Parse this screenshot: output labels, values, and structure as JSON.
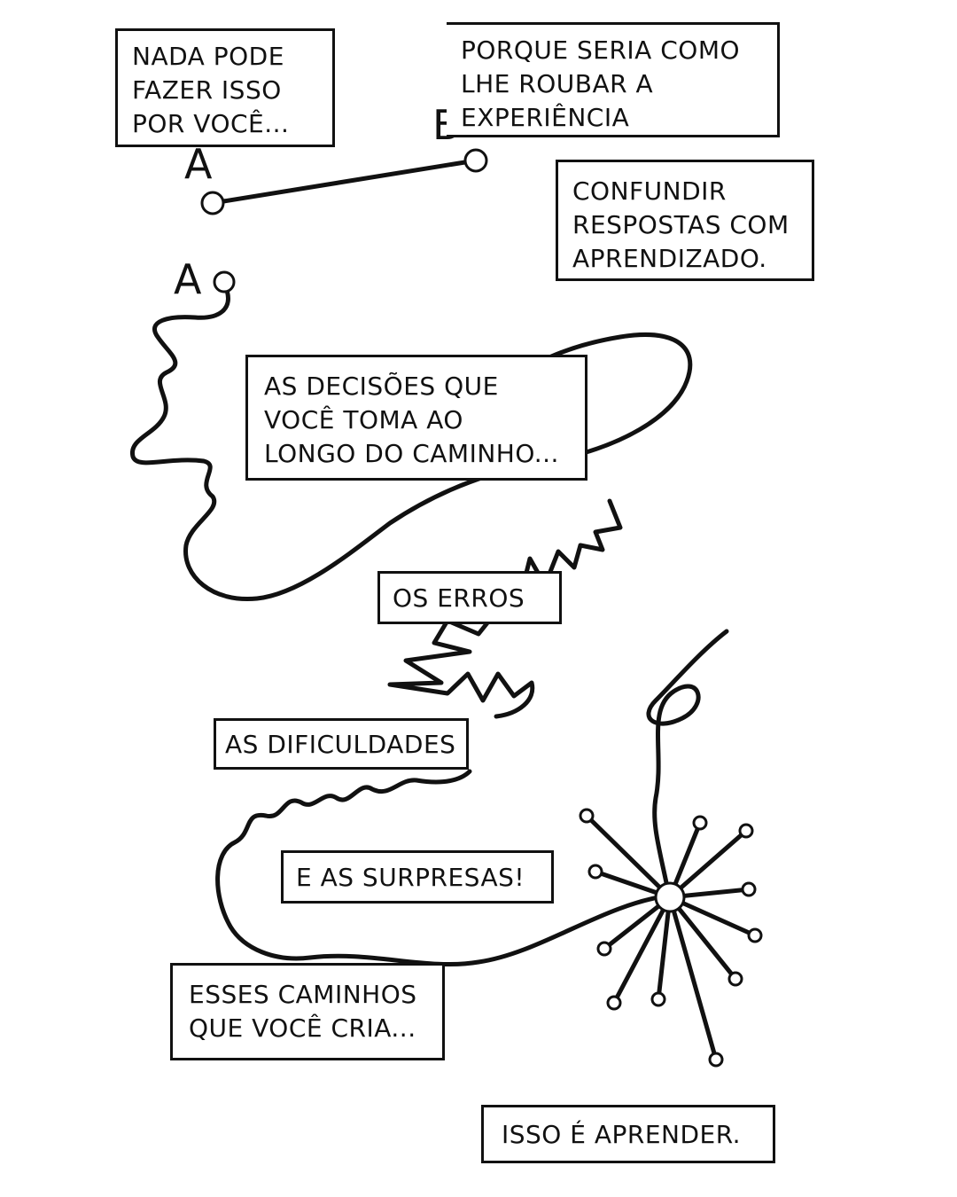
{
  "captions": {
    "nada_pode": "NADA PODE\nFAZER ISSO\nPOR VOCÊ...",
    "porque_seria": "PORQUE SERIA COMO\n        LHE ROUBAR A\n        EXPERIÊNCIA",
    "confundir": "CONFUNDIR\nRESPOSTAS COM\nAPRENDIZADO.",
    "decisoes": "AS DECISÕES QUE\nVOCÊ TOMA AO\nLONGO DO CAMINHO...",
    "erros": "OS ERROS",
    "dificuldades": "AS DIFICULDADES",
    "surpresas": "E AS SURPRESAS!",
    "caminhos": "ESSES CAMINHOS\nQUE VOCÊ CRIA...",
    "aprender": "ISSO É APRENDER."
  },
  "labels": {
    "point_a_top": "A",
    "point_b_top": "B",
    "point_a_path": "A"
  }
}
